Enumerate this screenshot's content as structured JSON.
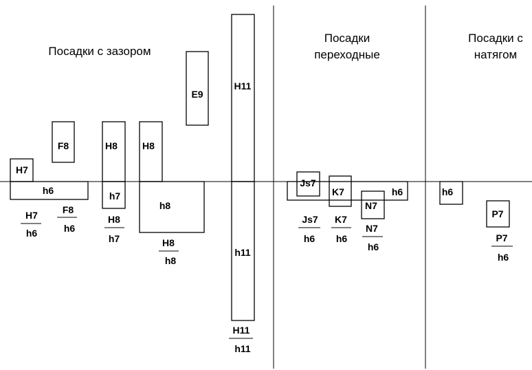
{
  "sections": {
    "clearance": "Посадки с зазором",
    "transition": [
      "Посадки",
      "переходные"
    ],
    "interference": [
      "Посадки с",
      "натягом"
    ]
  },
  "zones": {
    "h7_a": "H7",
    "h6_a": "h6",
    "f8": "F8",
    "h8_b": "H8",
    "h7_b": "h7",
    "h8_c": "H8",
    "h8_d": "h8",
    "e9": "E9",
    "h11_upper": "H11",
    "h11_lower": "h11",
    "js7": "Js7",
    "k7": "K7",
    "n7": "N7",
    "h6_t": "h6",
    "h6_i": "h6",
    "p7": "P7"
  },
  "fits": {
    "h7_h6": {
      "num": "H7",
      "den": "h6"
    },
    "f8_h6": {
      "num": "F8",
      "den": "h6"
    },
    "h8_h7": {
      "num": "H8",
      "den": "h7"
    },
    "h8_h8": {
      "num": "H8",
      "den": "h8"
    },
    "h11_h11": {
      "num": "H11",
      "den": "h11"
    },
    "js7_h6": {
      "num": "Js7",
      "den": "h6"
    },
    "k7_h6": {
      "num": "K7",
      "den": "h6"
    },
    "n7_h6": {
      "num": "N7",
      "den": "h6"
    },
    "p7_h6": {
      "num": "P7",
      "den": "h6"
    }
  }
}
